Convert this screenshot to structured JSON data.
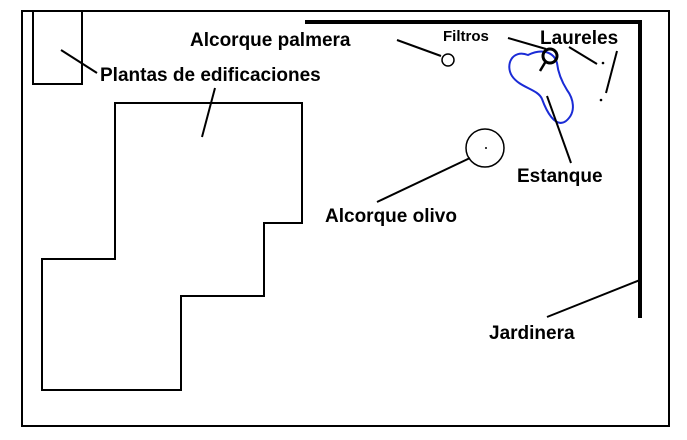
{
  "colors": {
    "ink": "#000000",
    "pond_outline": "#1a2bd6",
    "background": "#ffffff"
  },
  "labels": {
    "plantas": "Plantas de edificaciones",
    "alcorque_palmera": "Alcorque palmera",
    "filtros": "Filtros",
    "laureles": "Laureles",
    "estanque": "Estanque",
    "alcorque_olivo": "Alcorque olivo",
    "jardinera": "Jardinera"
  }
}
